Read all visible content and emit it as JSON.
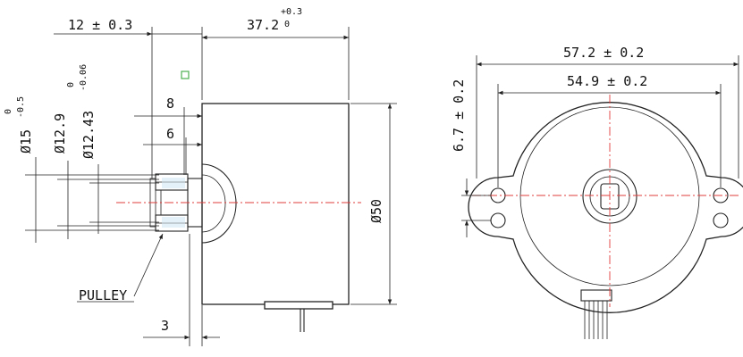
{
  "side_view": {
    "dim_shaft_length": "12 ± 0.3",
    "dim_body_length": "37.2",
    "dim_body_length_tol_upper": "+0.3",
    "dim_body_length_tol_lower": "0",
    "dim_8": "8",
    "dim_6": "6",
    "dim_3": "3",
    "dim_dia15": "Ø15",
    "dim_dia15_tol_upper": "0",
    "dim_dia15_tol_lower": "-0.5",
    "dim_dia12_9": "Ø12.9",
    "dim_dia12_43": "Ø12.43",
    "dim_dia12_43_tol_upper": "0",
    "dim_dia12_43_tol_lower": "-0.06",
    "dim_dia50": "Ø50",
    "pulley_label": "PULLEY"
  },
  "front_view": {
    "dim_outer_width": "57.2 ± 0.2",
    "dim_hole_spacing": "54.9 ± 0.2",
    "dim_hole_offset": "6.7 ± 0.2"
  },
  "colors": {
    "centerline": "#e23b3b",
    "lines": "#222222",
    "marker": "#4caf50"
  }
}
